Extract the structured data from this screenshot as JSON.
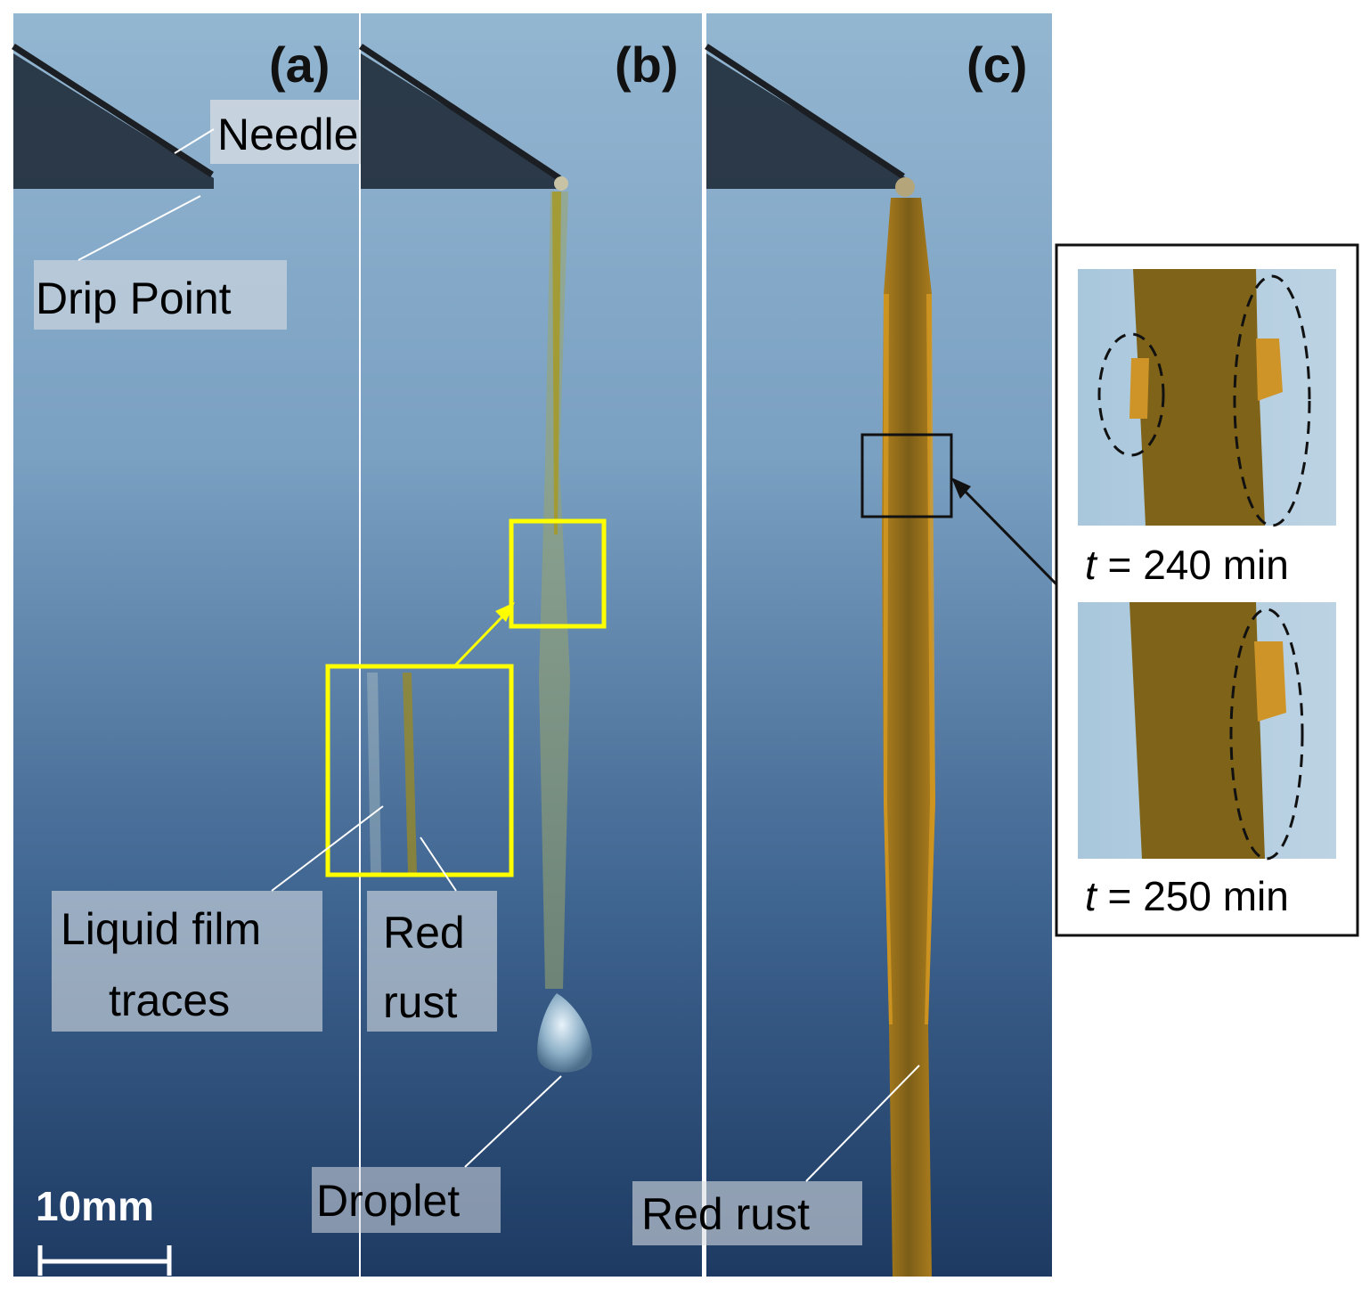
{
  "panels": {
    "a": {
      "label": "(a)"
    },
    "b": {
      "label": "(b)"
    },
    "c": {
      "label": "(c)"
    }
  },
  "annotations": {
    "needle": "Needle",
    "drip_point": "Drip Point",
    "liquid_film_line1": "Liquid film",
    "liquid_film_line2": "traces",
    "red_rust_b_line1": "Red",
    "red_rust_b_line2": "rust",
    "droplet": "Droplet",
    "red_rust_c": "Red rust"
  },
  "scale_bar": {
    "label": "10mm"
  },
  "inset": {
    "top_caption_var": "t",
    "top_caption_value": " = 240 min",
    "bottom_caption_var": "t",
    "bottom_caption_value": " = 250 min"
  },
  "colors": {
    "background_top": "#8fb3cf",
    "background_bottom": "#1f3d63",
    "rust": "#8a6a1c",
    "rust_edge": "#c98d1e",
    "highlight_box": "#ffff00",
    "label_backdrop": "#d9dde3"
  }
}
